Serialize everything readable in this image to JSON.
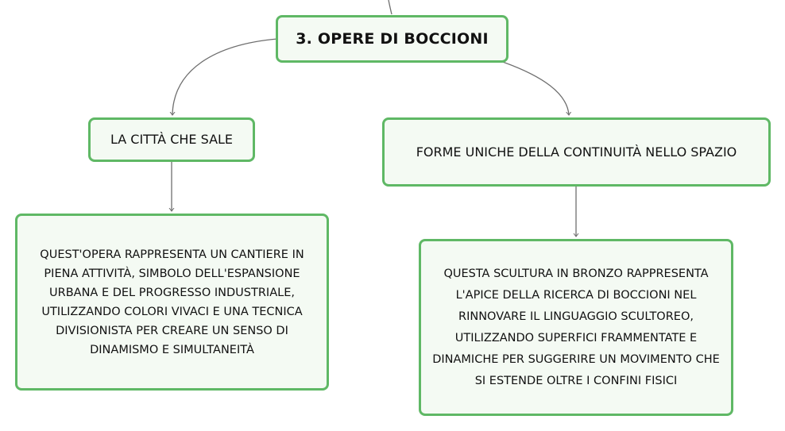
{
  "diagram": {
    "root": {
      "label": "3. OPERE DI BOCCIONI"
    },
    "branches": [
      {
        "title": "LA CITTÀ CHE SALE",
        "description": "QUEST'OPERA RAPPRESENTA UN CANTIERE IN PIENA ATTIVITÀ, SIMBOLO DELL'ESPANSIONE URBANA E DEL PROGRESSO INDUSTRIALE, UTILIZZANDO COLORI VIVACI E UNA TECNICA DIVISIONISTA PER CREARE UN SENSO DI DINAMISMO E SIMULTANEITÀ"
      },
      {
        "title": "FORME UNICHE DELLA CONTINUITÀ NELLO SPAZIO",
        "description": "QUESTA SCULTURA IN BRONZO RAPPRESENTA L'APICE DELLA RICERCA DI BOCCIONI NEL RINNOVARE IL LINGUAGGIO SCULTOREO, UTILIZZANDO SUPERFICI FRAMMENTATE E DINAMICHE PER SUGGERIRE UN MOVIMENTO CHE SI ESTENDE OLTRE I CONFINI FISICI"
      }
    ]
  },
  "colors": {
    "node_border": "#5fb865",
    "node_fill": "#f4faf3",
    "connector": "#6e6e6e",
    "text": "#111111"
  }
}
